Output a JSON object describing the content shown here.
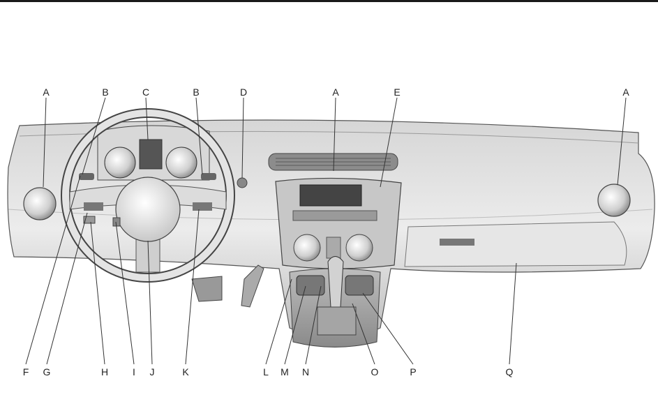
{
  "figure": {
    "callouts_top": [
      {
        "id": "top-a-left",
        "text": "A"
      },
      {
        "id": "top-b-left",
        "text": "B"
      },
      {
        "id": "top-c",
        "text": "C"
      },
      {
        "id": "top-b-right",
        "text": "B"
      },
      {
        "id": "top-d",
        "text": "D"
      },
      {
        "id": "top-a-center",
        "text": "A"
      },
      {
        "id": "top-e",
        "text": "E"
      },
      {
        "id": "top-a-right",
        "text": "A"
      }
    ],
    "callouts_bottom": [
      {
        "id": "bot-f",
        "text": "F"
      },
      {
        "id": "bot-g",
        "text": "G"
      },
      {
        "id": "bot-h",
        "text": "H"
      },
      {
        "id": "bot-i",
        "text": "I"
      },
      {
        "id": "bot-j",
        "text": "J"
      },
      {
        "id": "bot-k",
        "text": "K"
      },
      {
        "id": "bot-l",
        "text": "L"
      },
      {
        "id": "bot-m",
        "text": "M"
      },
      {
        "id": "bot-n",
        "text": "N"
      },
      {
        "id": "bot-o",
        "text": "O"
      },
      {
        "id": "bot-p",
        "text": "P"
      },
      {
        "id": "bot-q",
        "text": "Q"
      }
    ]
  }
}
